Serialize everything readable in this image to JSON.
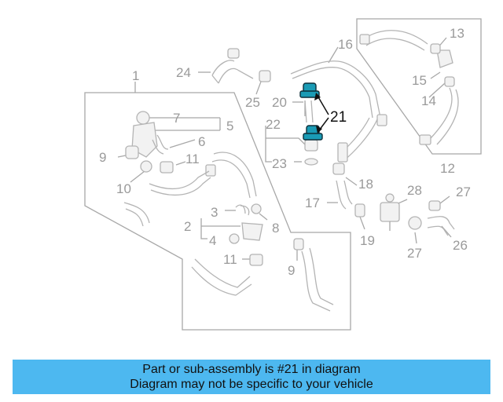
{
  "diagram": {
    "labels": {
      "l1": "1",
      "l2": "2",
      "l3": "3",
      "l4": "4",
      "l5": "5",
      "l6": "6",
      "l7": "7",
      "l8": "8",
      "l9a": "9",
      "l9b": "9",
      "l10": "10",
      "l11a": "11",
      "l11b": "11",
      "l12": "12",
      "l13": "13",
      "l14": "14",
      "l15": "15",
      "l16": "16",
      "l17": "17",
      "l18": "18",
      "l19": "19",
      "l20": "20",
      "l21": "21",
      "l22": "22",
      "l23": "23",
      "l24": "24",
      "l25": "25",
      "l26": "26",
      "l27a": "27",
      "l27b": "27",
      "l28": "28"
    },
    "highlight_color": "#1a9bb5"
  },
  "banner": {
    "line1": "Part or sub-assembly is #21 in diagram",
    "line2": "Diagram may not be specific to your vehicle",
    "color": "#4db8f0"
  }
}
